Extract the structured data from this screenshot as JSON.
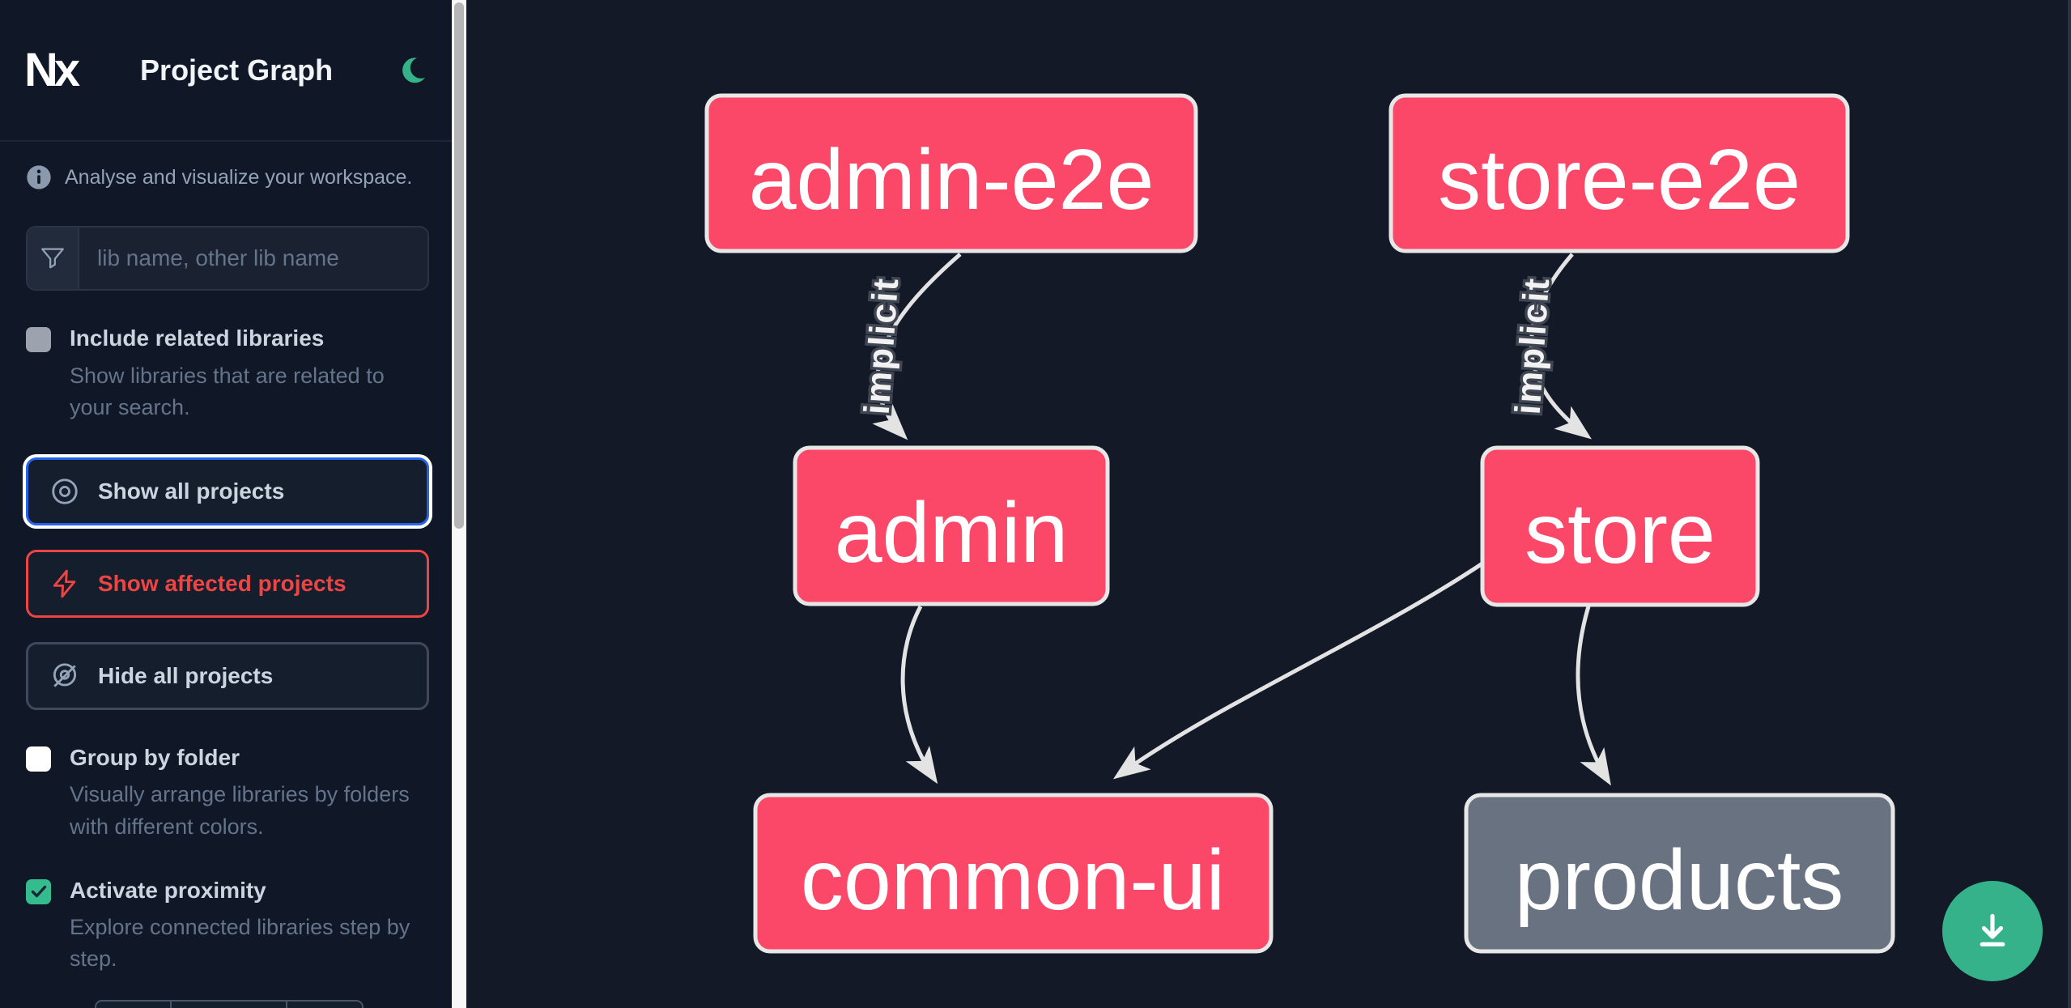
{
  "header": {
    "logo_text": "Nx",
    "title": "Project Graph"
  },
  "sidebar": {
    "tagline": "Analyse and visualize your workspace.",
    "search": {
      "placeholder": "lib name, other lib name"
    },
    "toggles": [
      {
        "label": "Include related libraries",
        "description": "Show libraries that are related to your search.",
        "checked": false
      },
      {
        "label": "Group by folder",
        "description": "Visually arrange libraries by folders with different colors.",
        "checked": false
      },
      {
        "label": "Activate proximity",
        "description": "Explore connected libraries step by step.",
        "checked": true
      }
    ],
    "actions": [
      {
        "label": "Show all projects",
        "state": "active"
      },
      {
        "label": "Show affected projects",
        "state": "affected"
      },
      {
        "label": "Hide all projects",
        "state": "default"
      }
    ]
  },
  "graph": {
    "nodes": [
      {
        "label": "admin-e2e",
        "kind": "focused"
      },
      {
        "label": "store-e2e",
        "kind": "focused"
      },
      {
        "label": "admin",
        "kind": "focused"
      },
      {
        "label": "store",
        "kind": "focused"
      },
      {
        "label": "common-ui",
        "kind": "focused"
      },
      {
        "label": "products",
        "kind": "unfocused"
      }
    ],
    "edges": [
      {
        "from": "admin-e2e",
        "to": "admin",
        "label": "implicit"
      },
      {
        "from": "store-e2e",
        "to": "store",
        "label": "implicit"
      },
      {
        "from": "admin",
        "to": "common-ui",
        "label": ""
      },
      {
        "from": "store",
        "to": "common-ui",
        "label": ""
      },
      {
        "from": "store",
        "to": "products",
        "label": ""
      }
    ]
  },
  "colors": {
    "node_focused": "#fb4768",
    "node_unfocused": "#687281",
    "edge": "#e3e3e3",
    "accent_green": "#35b289",
    "accent_blue": "#2563eb",
    "accent_red": "#ef4444",
    "sidebar_bg": "#101726",
    "canvas_bg": "#131927"
  }
}
